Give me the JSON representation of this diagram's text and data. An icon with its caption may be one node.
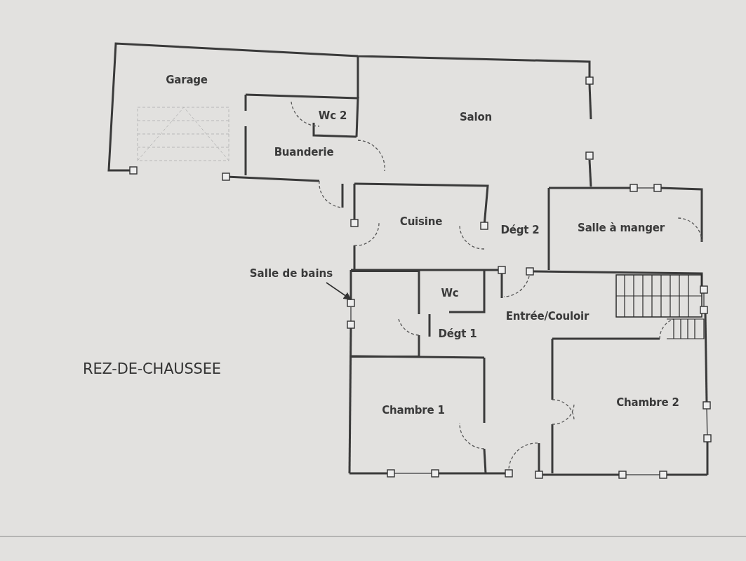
{
  "diagram": {
    "nodes": [
      {
        "text": [
          "Salle de bains"
        ]
      },
      {
        "text": [],
        "shape": "box"
      }
    ],
    "edges": [
      {
        "from": 0,
        "to": 1,
        "arrow": "to"
      }
    ],
    "labels": [
      "Garage",
      "Wc 2",
      "Salon",
      "Buanderie",
      "Cuisine",
      "Dégt 2",
      "Salle à manger",
      "Wc",
      "Entrée/Couloir",
      "Dégt 1",
      "Chambre 1",
      "Chambre 2",
      "REZ-DE-CHAUSSEE"
    ]
  }
}
